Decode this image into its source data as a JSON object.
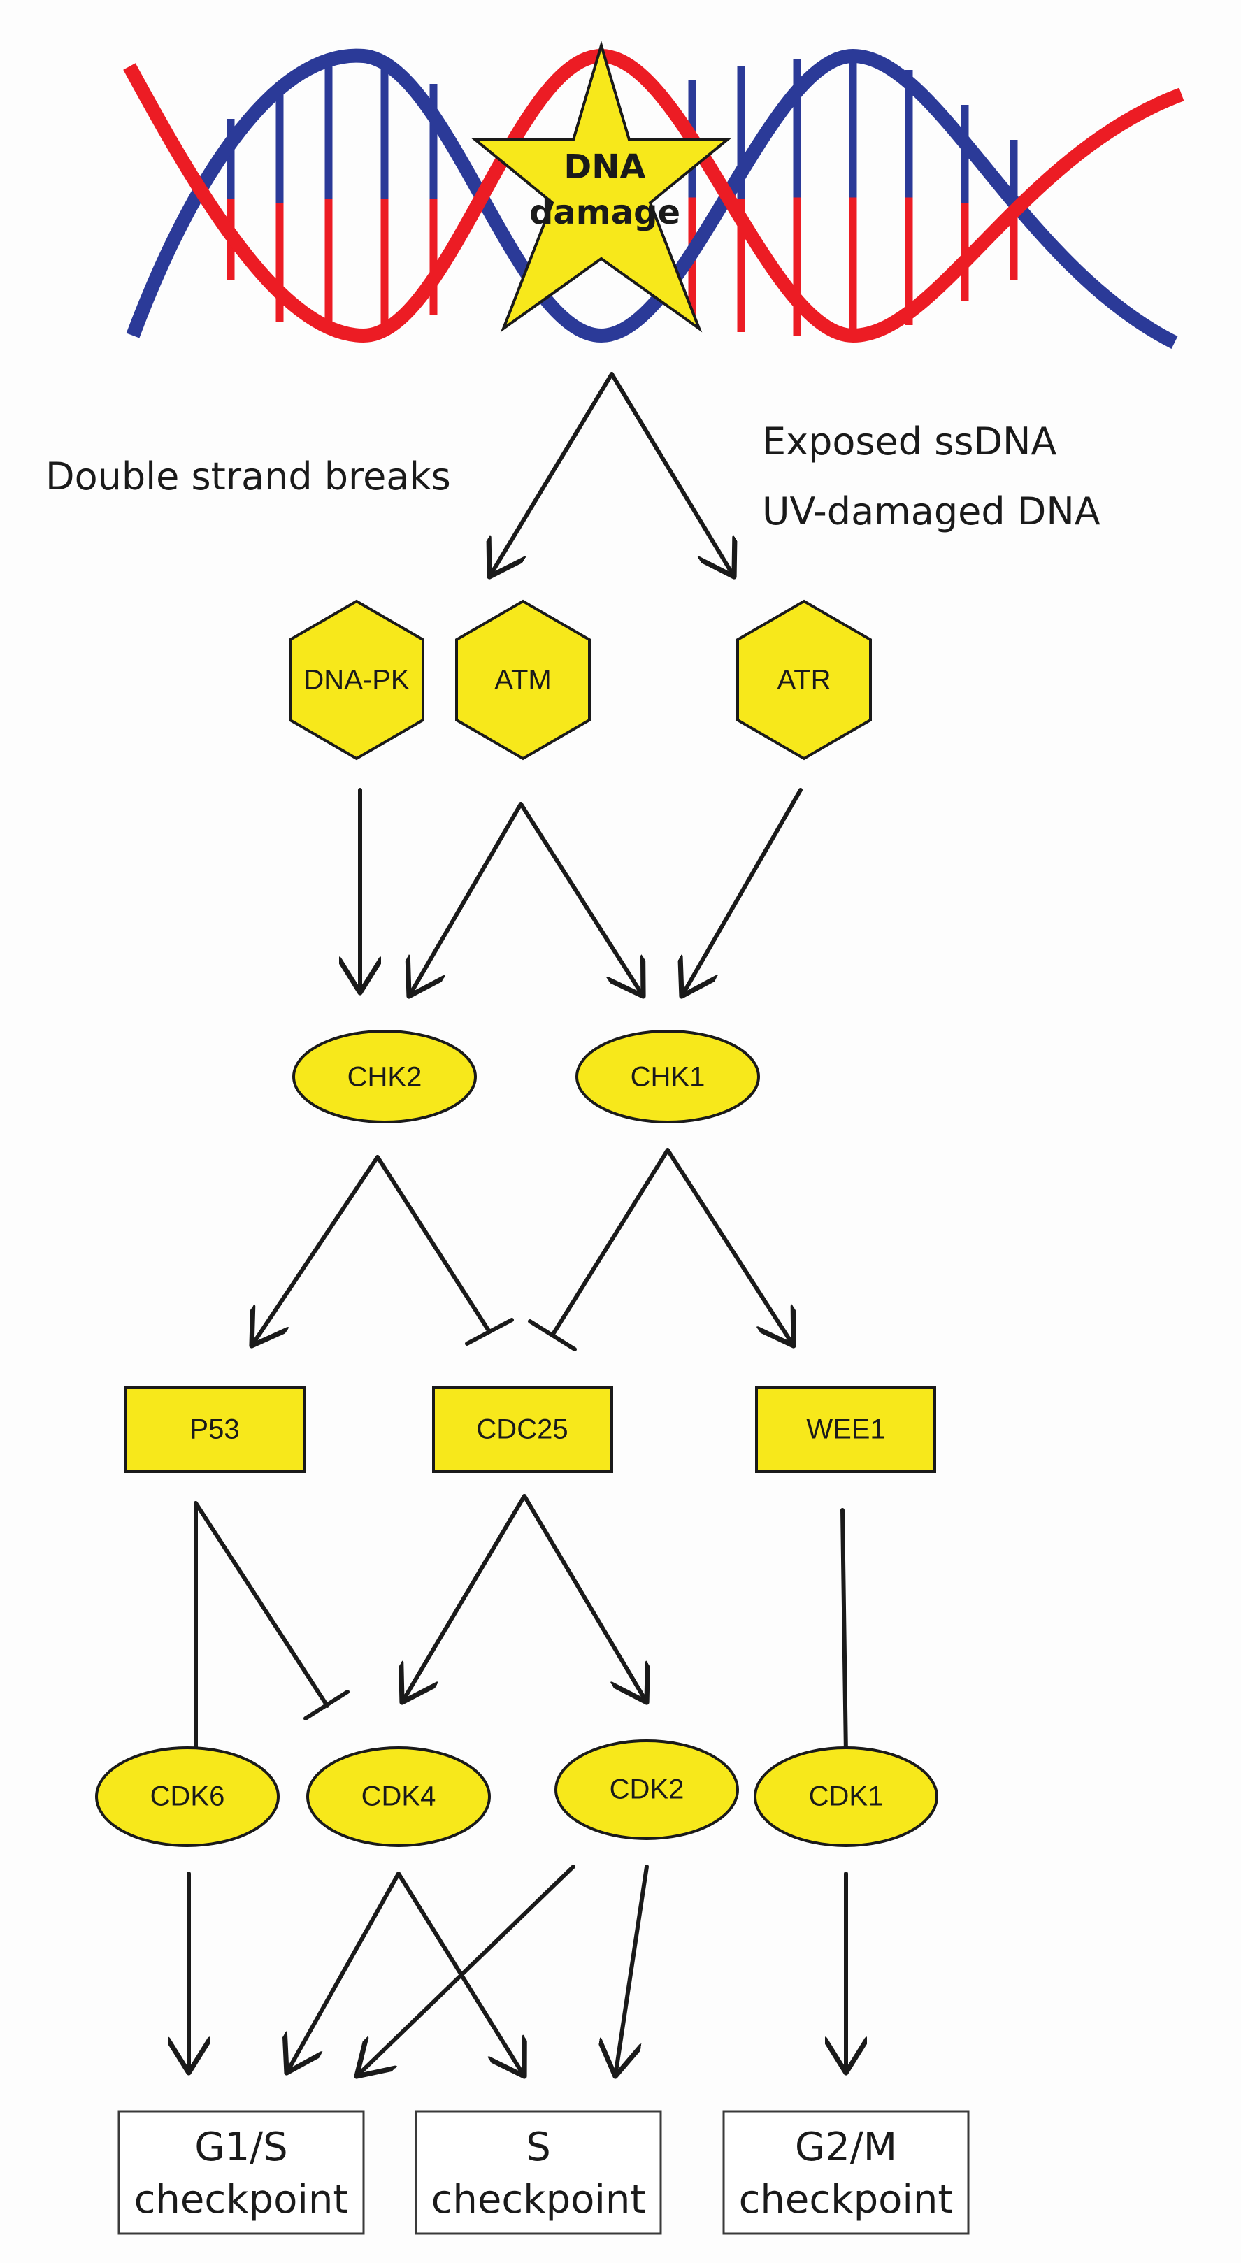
{
  "dna": {
    "damage_label_line1": "DNA",
    "damage_label_line2": "damage",
    "colors": {
      "strand_a": "#2b3a98",
      "strand_b": "#ec1c24",
      "star": "#f7e81b"
    }
  },
  "labels": {
    "double_strand": "Double strand breaks",
    "exposed_ssdna": "Exposed ssDNA",
    "uv_damaged": "UV-damaged DNA"
  },
  "sensors": {
    "dnapk": "DNA-PK",
    "atm": "ATM",
    "atr": "ATR"
  },
  "transducers": {
    "chk2": "CHK2",
    "chk1": "CHK1"
  },
  "effectors": {
    "p53": "P53",
    "cdc25": "CDC25",
    "wee1": "WEE1"
  },
  "cdks": {
    "cdk6": "CDK6",
    "cdk4": "CDK4",
    "cdk2": "CDK2",
    "cdk1": "CDK1"
  },
  "checkpoints": {
    "g1s": {
      "line1": "G1/S",
      "line2": "checkpoint"
    },
    "s": {
      "line1": "S",
      "line2": "checkpoint"
    },
    "g2m": {
      "line1": "G2/M",
      "line2": "checkpoint"
    }
  },
  "node_fill_color": "#f7e81b"
}
